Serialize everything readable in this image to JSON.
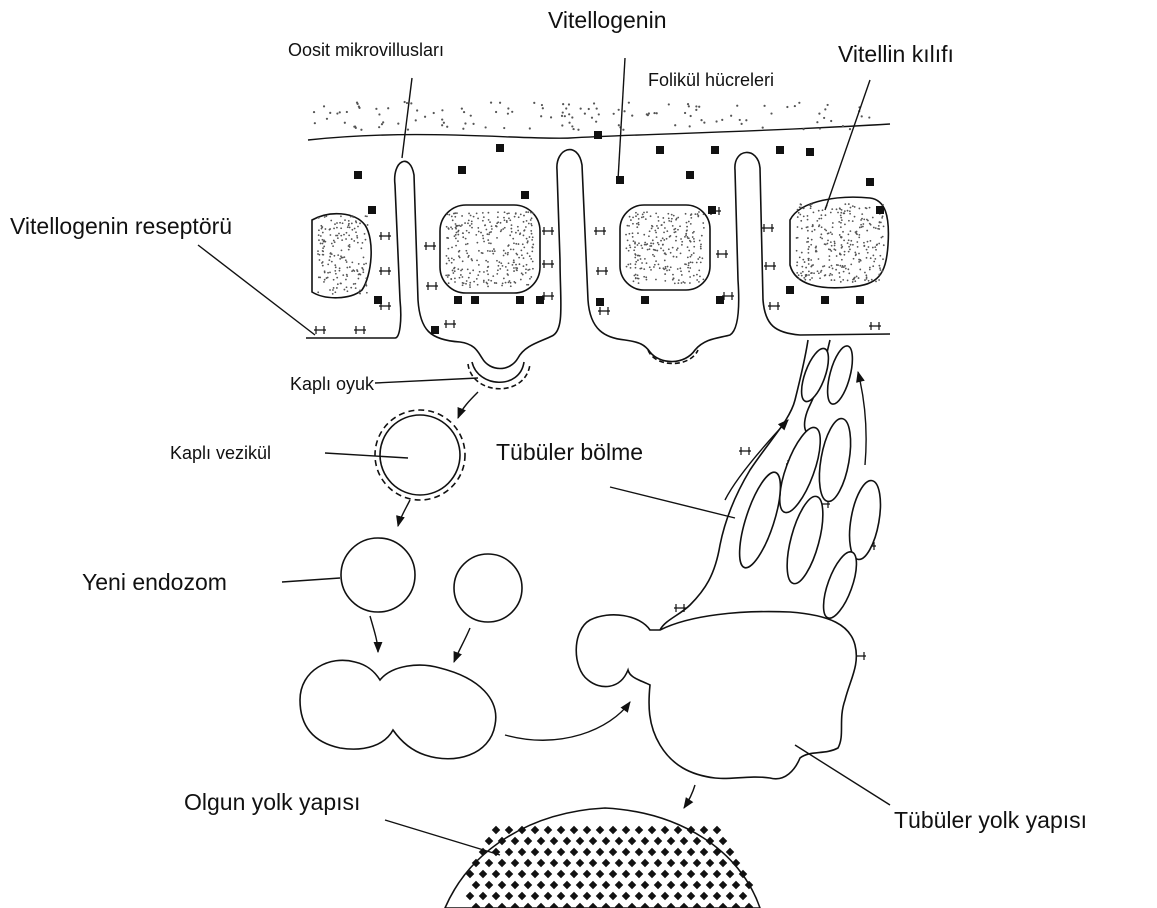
{
  "labels": {
    "oocyte_microvilli": "Oosit mikrovillusları",
    "vitellogenin": "Vitellogenin",
    "follicle_cells": "Folikül hücreleri",
    "vitelline_envelope": "Vitellin kılıfı",
    "vitellogenin_receptor": "Vitellogenin reseptörü",
    "coated_pit": "Kaplı oyuk",
    "coated_vesicle": "Kaplı vezikül",
    "tubular_compartment": "Tübüler bölme",
    "early_endosome": "Yeni endozom",
    "mature_yolk": "Olgun yolk yapısı",
    "tubular_yolk": "Tübüler yolk yapısı"
  }
}
